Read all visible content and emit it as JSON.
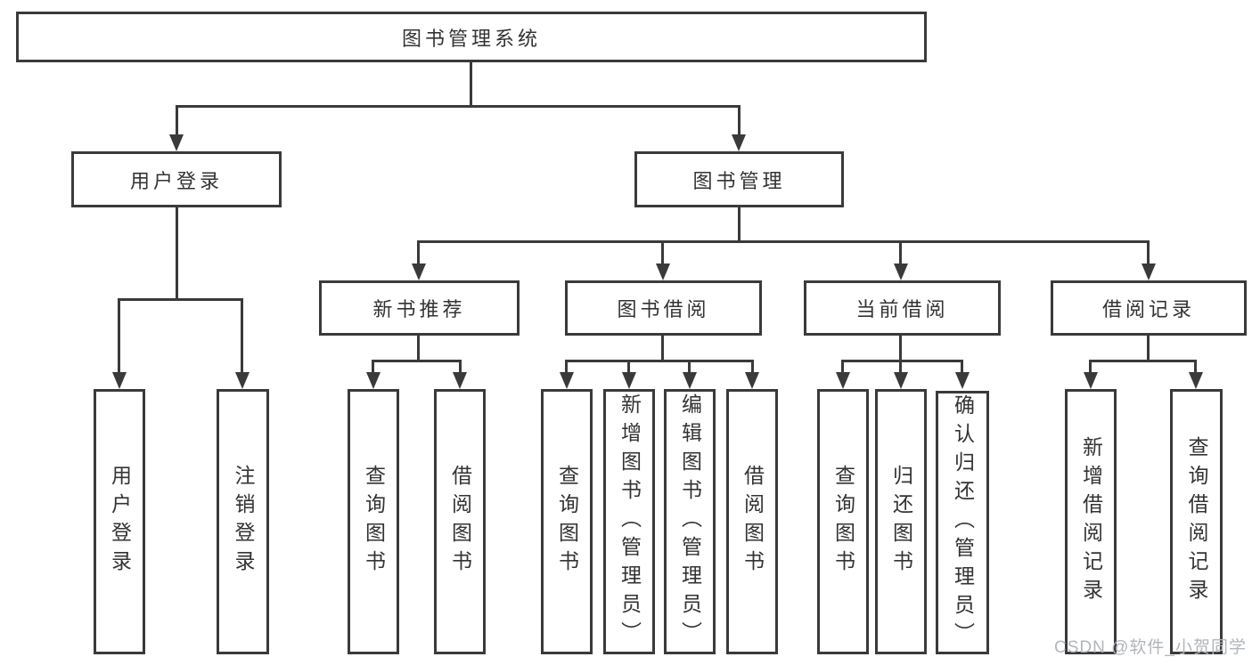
{
  "diagram_type": "functional-structure-tree",
  "colors": {
    "background": "#ffffff",
    "line": "#3a3a3a",
    "box_border": "#3a3a3a",
    "text": "#333333",
    "watermark": "#b2b5ba"
  },
  "tree": {
    "label": "图书管理系统",
    "children": [
      {
        "label": "用户登录",
        "children": [
          {
            "label": "用户登录"
          },
          {
            "label": "注销登录"
          }
        ]
      },
      {
        "label": "图书管理",
        "children": [
          {
            "label": "新书推荐",
            "children": [
              {
                "label": "查询图书"
              },
              {
                "label": "借阅图书"
              }
            ]
          },
          {
            "label": "图书借阅",
            "children": [
              {
                "label": "查询图书"
              },
              {
                "label": "新增图书（管理员）"
              },
              {
                "label": "编辑图书（管理员）"
              },
              {
                "label": "借阅图书"
              }
            ]
          },
          {
            "label": "当前借阅",
            "children": [
              {
                "label": "查询图书"
              },
              {
                "label": "归还图书"
              },
              {
                "label": "确认归还（管理员）"
              }
            ]
          },
          {
            "label": "借阅记录",
            "children": [
              {
                "label": "新增借阅记录"
              },
              {
                "label": "查询借阅记录"
              }
            ]
          }
        ]
      }
    ]
  },
  "watermark": {
    "text": "CSDN @软件_小贺同学"
  }
}
